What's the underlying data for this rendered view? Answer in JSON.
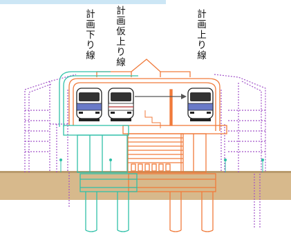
{
  "diagram": {
    "labels": {
      "down_line": [
        "計",
        "画",
        "下",
        "り",
        "線"
      ],
      "temp_up_line": [
        "計",
        "画",
        "仮",
        "上",
        "り",
        "線"
      ],
      "up_line": [
        "計",
        "画",
        "上",
        "り",
        "線"
      ]
    },
    "colors": {
      "planned_structure": "#f07a3a",
      "existing_structure": "#2fc0a8",
      "existing_building": "#a050c8",
      "ground": "#d7b98c",
      "ground_top": "#b89a6c",
      "sky_band": "#cce6f5",
      "train_body": "#ffffff",
      "train_band": "#6a7ac8",
      "arrow": "#555555"
    },
    "icons": [
      "train-icon",
      "arrow-icon"
    ]
  }
}
